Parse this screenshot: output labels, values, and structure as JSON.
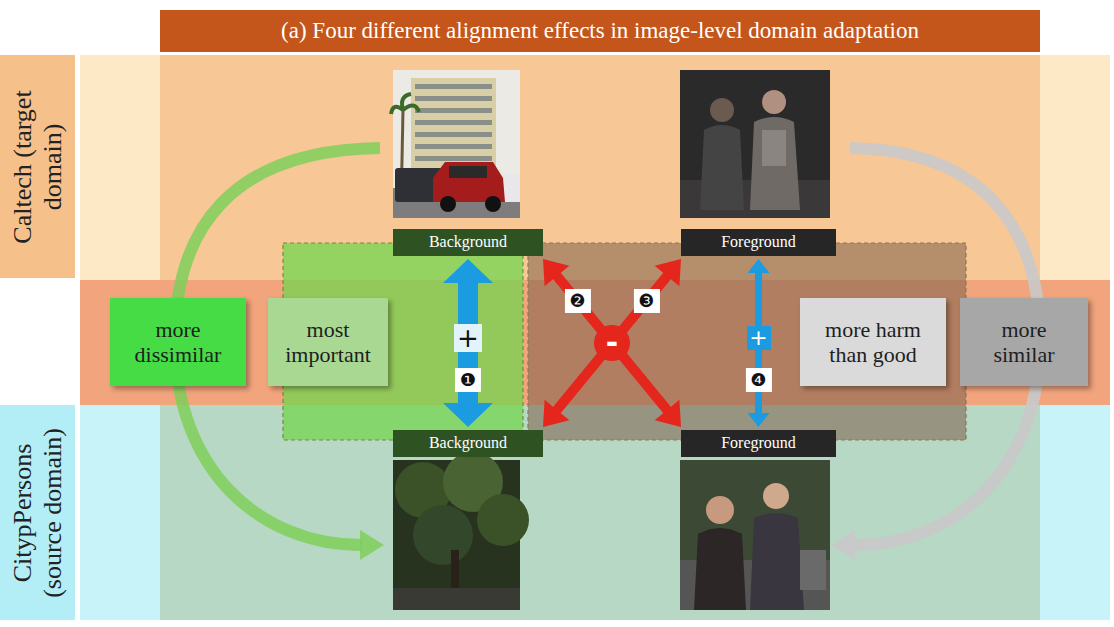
{
  "diagram": {
    "title": "(a) Four different alignment effects in image-level domain adaptation",
    "nodes": [
      {
        "text": [
          "Caltech (target domain)"
        ]
      },
      {
        "text": [
          "Background"
        ]
      },
      {
        "text": [
          "Foreground"
        ]
      },
      {
        "text": [
          "more dissimilar"
        ]
      },
      {
        "text": [
          "most important"
        ]
      },
      {
        "text": [
          "more harm than good"
        ]
      },
      {
        "text": [
          "more similar"
        ]
      },
      {
        "text": [
          "CitypPersons (source domain)"
        ]
      },
      {
        "text": [
          "Background"
        ]
      },
      {
        "text": [
          "Foreground"
        ]
      }
    ],
    "edges": [
      {
        "from": 1,
        "to": 8,
        "arrow": "both",
        "label": "❶"
      },
      {
        "from": 1,
        "to": 9,
        "arrow": "both",
        "label": "❷"
      },
      {
        "from": 2,
        "to": 8,
        "arrow": "both",
        "label": "❸"
      },
      {
        "from": 2,
        "to": 9,
        "arrow": "both",
        "label": "❹"
      }
    ],
    "labels": [
      "+",
      "-",
      "+"
    ]
  }
}
